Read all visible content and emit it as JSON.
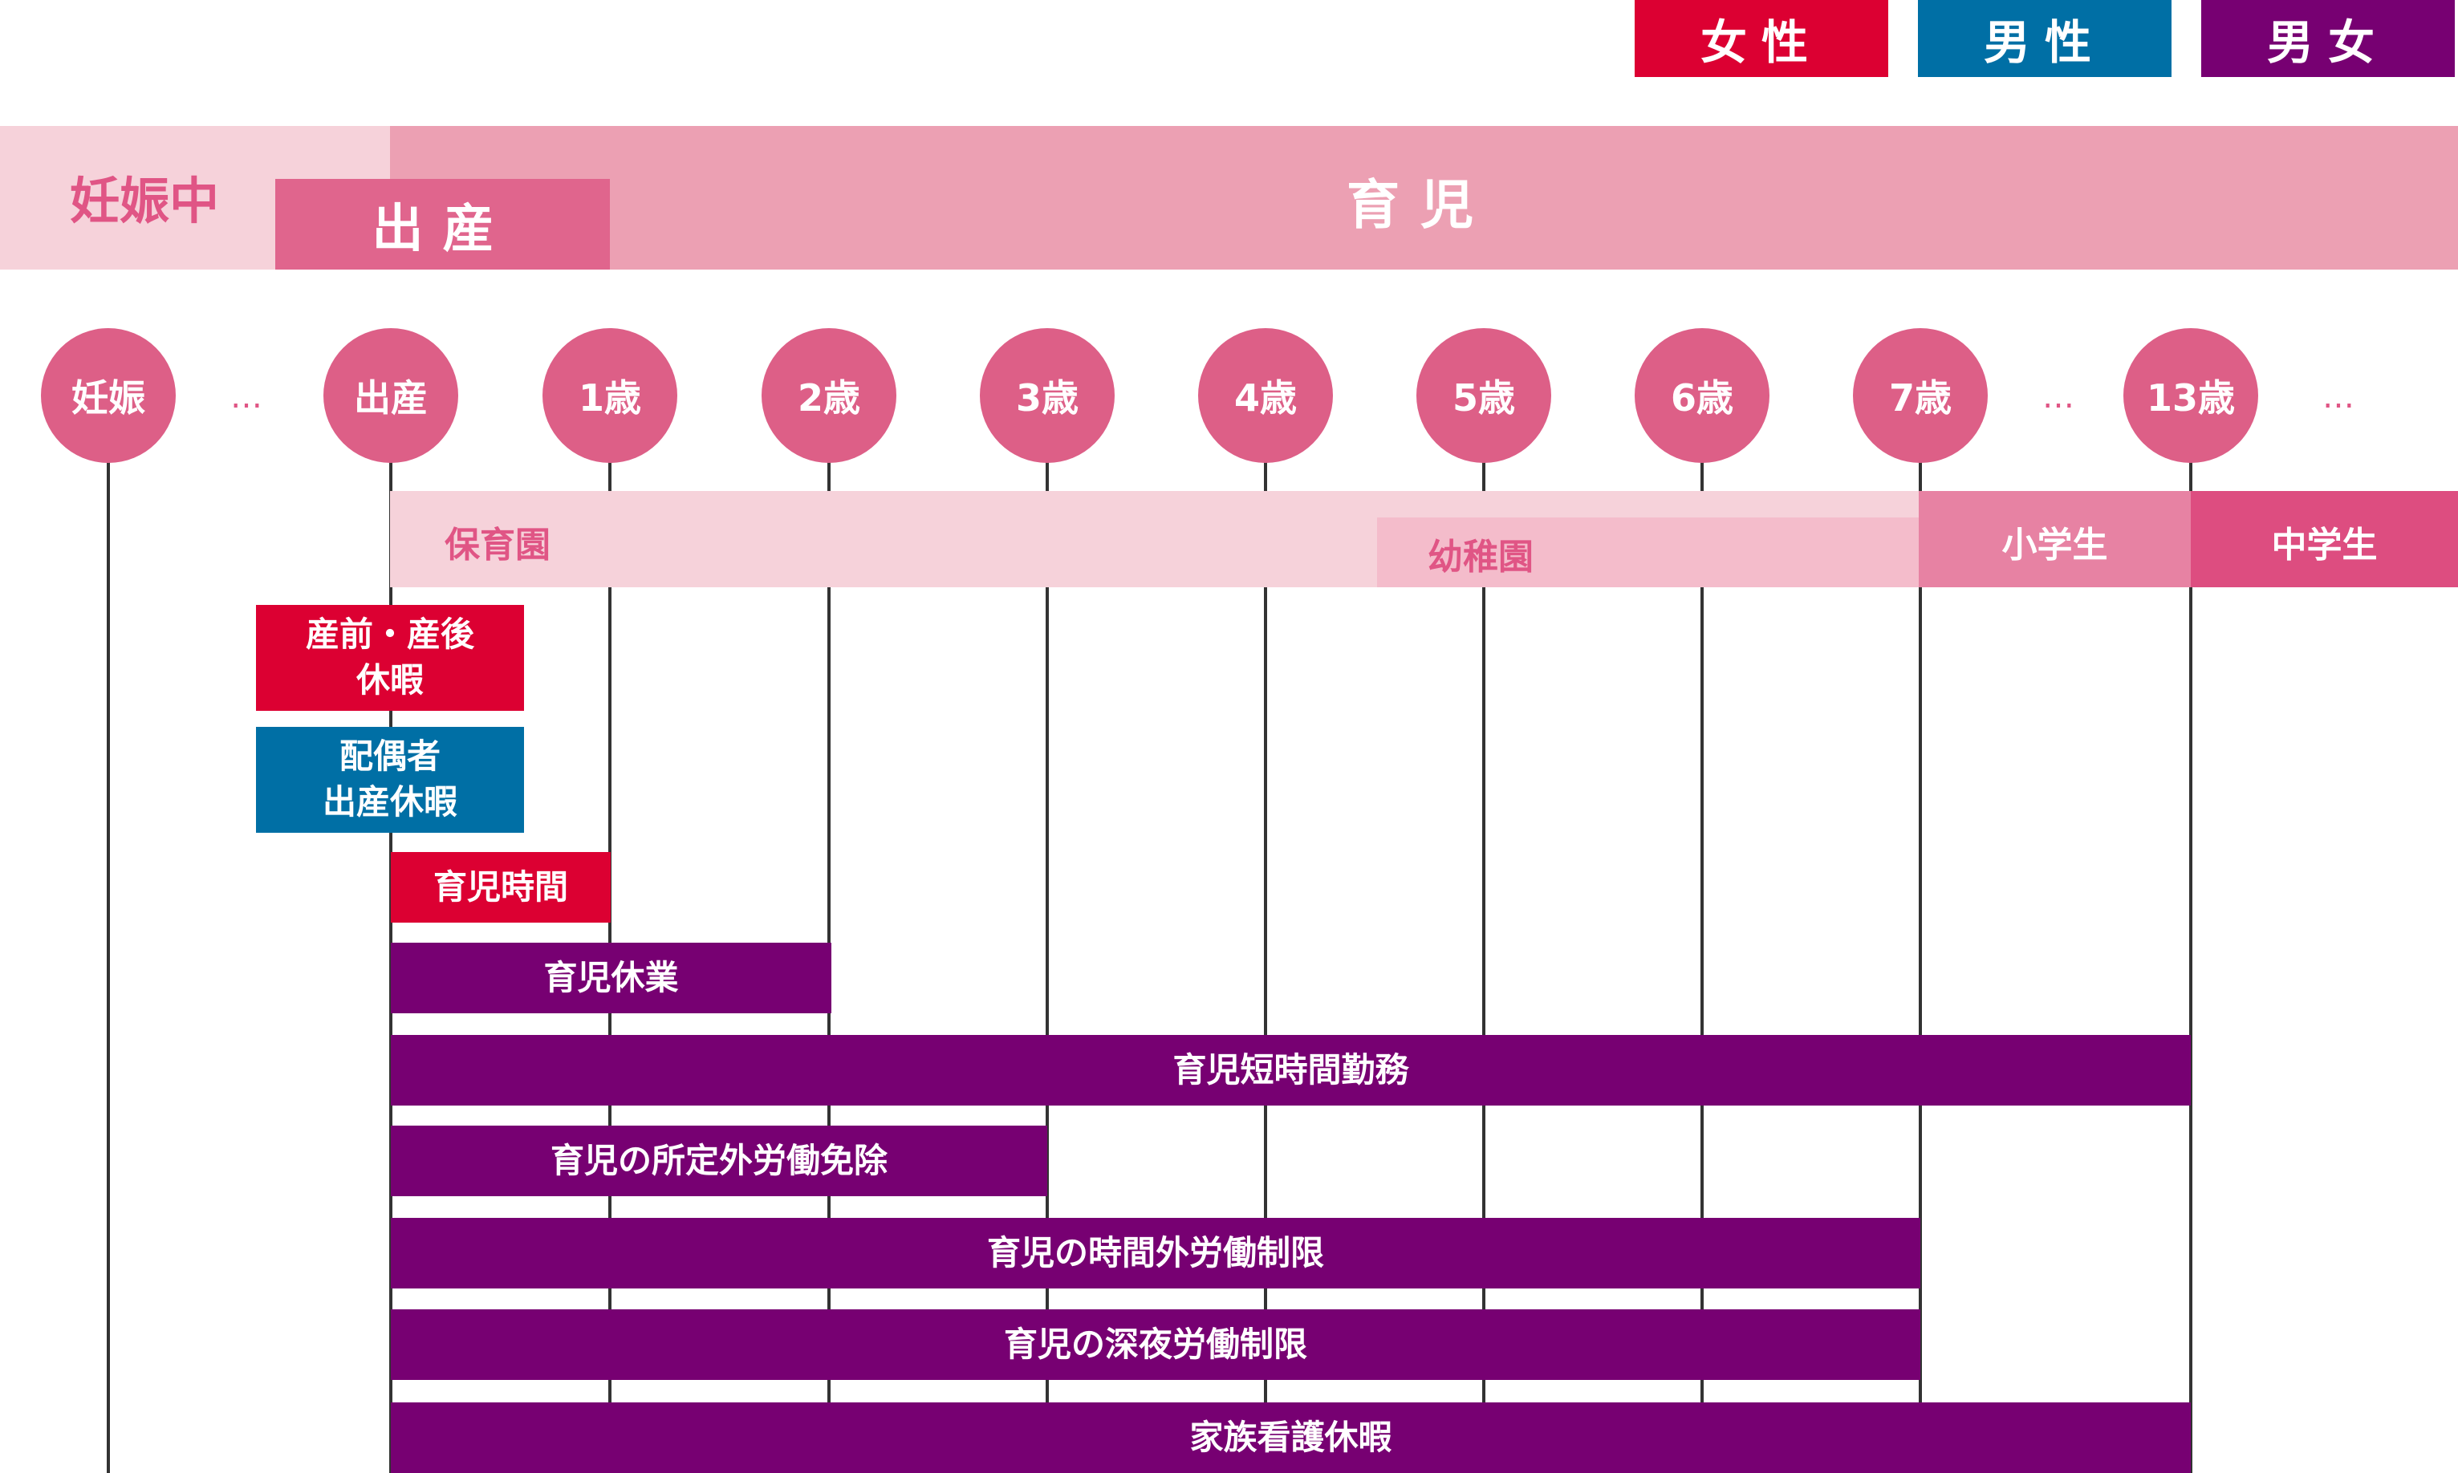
{
  "legend": {
    "female": {
      "label": "女性",
      "color": "#dc0032"
    },
    "male": {
      "label": "男性",
      "color": "#006fa5"
    },
    "both": {
      "label": "男女",
      "color": "#770072"
    }
  },
  "phases": {
    "pregnancy": "妊娠中",
    "birth": "出産",
    "childcare": "育児"
  },
  "milestones": [
    "妊娠",
    "出産",
    "1歳",
    "2歳",
    "3歳",
    "4歳",
    "5歳",
    "6歳",
    "7歳",
    "13歳"
  ],
  "ellipsis": "…",
  "schools": {
    "nursery": "保育園",
    "kindergarten": "幼稚園",
    "elementary": "小学生",
    "junior_high": "中学生"
  },
  "leave_bars": {
    "prenatal": {
      "line1": "産前・産後",
      "line2": "休暇",
      "gender": "female"
    },
    "spouse": {
      "line1": "配偶者",
      "line2": "出産休暇",
      "gender": "male"
    },
    "childcare_hours": {
      "label": "育児時間",
      "gender": "female"
    },
    "childcare_leave": {
      "label": "育児休業",
      "gender": "both"
    },
    "short_hours": {
      "label": "育児短時間勤務",
      "gender": "both"
    },
    "overtime_exempt": {
      "label": "育児の所定外労働免除",
      "gender": "both"
    },
    "overtime_limit": {
      "label": "育児の時間外労働制限",
      "gender": "both"
    },
    "night_limit": {
      "label": "育児の深夜労働制限",
      "gender": "both"
    },
    "family_care": {
      "label": "家族看護休暇",
      "gender": "both"
    }
  }
}
